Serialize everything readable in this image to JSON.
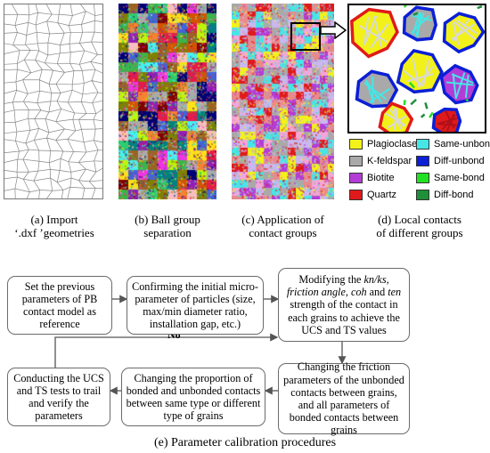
{
  "panels": [
    {
      "id": "a",
      "caption_line1": "(a) Import",
      "caption_line2": "‘.dxf ’geometries"
    },
    {
      "id": "b",
      "caption_line1": "(b) Ball group",
      "caption_line2": "separation"
    },
    {
      "id": "c",
      "caption_line1": "(c) Application of",
      "caption_line2": "contact groups"
    },
    {
      "id": "d",
      "caption_line1": "(d) Local contacts",
      "caption_line2": "of different groups"
    }
  ],
  "legend": [
    {
      "label": "Plagioclase",
      "color": "#f2f21a"
    },
    {
      "label": "Same-unbond",
      "color": "#45e6e6"
    },
    {
      "label": "K-feldspar",
      "color": "#a9a9a9"
    },
    {
      "label": "Diff-unbond",
      "color": "#0a1fd6"
    },
    {
      "label": "Biotite",
      "color": "#b43cd6"
    },
    {
      "label": "Same-bond",
      "color": "#22e022"
    },
    {
      "label": "Quartz",
      "color": "#e01a1a"
    },
    {
      "label": "Diff-bond",
      "color": "#1f8f3a"
    }
  ],
  "flow": {
    "box1": "Set the previous parameters of PB contact model as reference",
    "box2": "Confirming the initial micro-parameter of particles (size, max/min diameter ratio, installation gap, etc.)",
    "box3_pre": "Modifying the ",
    "box3_kn": "kn/ks",
    "box3_mid1": ", ",
    "box3_fa": "friction angle",
    "box3_mid2": ", ",
    "box3_coh": "coh",
    "box3_mid3": " and ",
    "box3_ten": "ten",
    "box3_post": " strength of the contact in each grains to achieve the UCS and TS values",
    "box4": "Changing the friction parameters of the unbonded contacts between grains, and all parameters of bonded contacts between grains",
    "box5": "Changing the proportion of bonded and unbonded contacts between same type or different type of grains",
    "box6": "Conducting the UCS and TS tests to trail and verify the parameters",
    "no_label": "No",
    "caption": "(e) Parameter calibration procedures"
  }
}
